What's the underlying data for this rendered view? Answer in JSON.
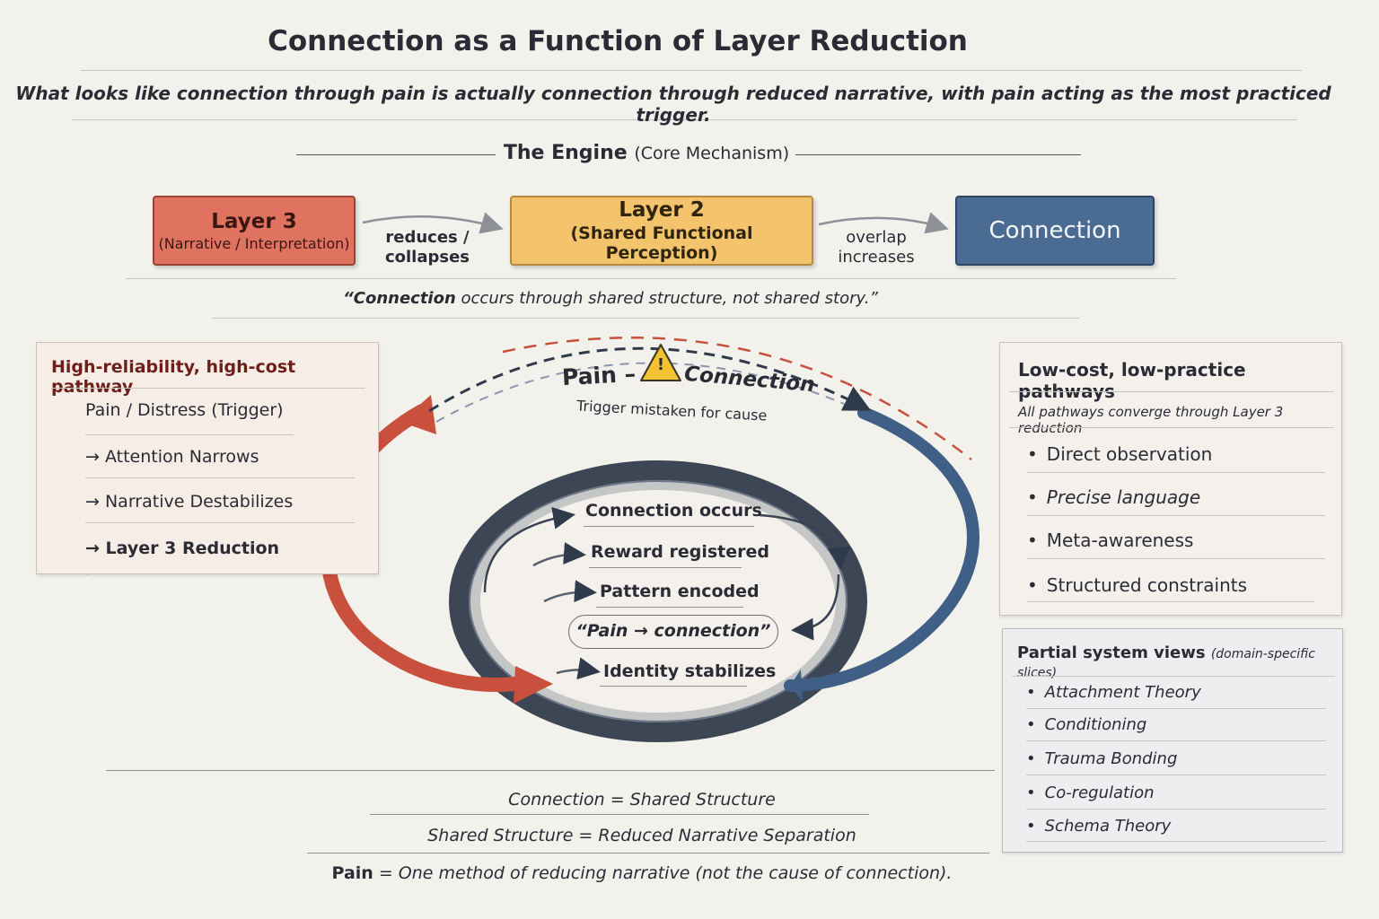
{
  "title": "Connection as a Function of Layer Reduction",
  "subtitle": "What looks like connection through pain is actually connection through reduced narrative, with pain acting as the most practiced trigger.",
  "engine": {
    "heading": "The Engine",
    "heading_paren": "(Core Mechanism)",
    "layer3": {
      "title": "Layer 3",
      "sub": "(Narrative / Interpretation)"
    },
    "arrow1_label_line1": "reduces /",
    "arrow1_label_line2": "collapses",
    "layer2": {
      "title": "Layer 2",
      "sub": "(Shared Functional Perception)"
    },
    "arrow2_label_line1": "overlap",
    "arrow2_label_line2": "increases",
    "connection": "Connection",
    "quote_bold": "“Connection",
    "quote_rest": " occurs through shared structure, not shared story.”"
  },
  "left_panel": {
    "heading": "High-reliability, high-cost pathway",
    "trigger_main": "Pain / Distress",
    "trigger_paren": "(Trigger)",
    "steps": [
      "→ Attention Narrows",
      "→ Narrative Destabilizes",
      "→ Layer 3 Reduction"
    ]
  },
  "cycle": {
    "top_pain": "Pain –",
    "top_connection": "Connection",
    "top_caption": "Trigger mistaken for cause",
    "warning_symbol": "!",
    "items": [
      "Connection occurs",
      "Reward registered",
      "Pattern encoded"
    ],
    "pill": "“Pain → connection”",
    "identity": "Identity stabilizes"
  },
  "right_panel_1": {
    "heading": "Low-cost, low-practice pathways",
    "sub": "All pathways converge through Layer 3 reduction",
    "items": [
      "Direct observation",
      "Precise language",
      "Meta-awareness",
      "Structured constraints"
    ]
  },
  "right_panel_2": {
    "heading": "Partial system views",
    "heading_paren": "(domain-specific slices)",
    "items": [
      "Attachment Theory",
      "Conditioning",
      "Trauma Bonding",
      "Co-regulation",
      "Schema Theory"
    ]
  },
  "equations": {
    "line1": "Connection = Shared Structure",
    "line2": "Shared Structure = Reduced Narrative Separation",
    "line3_bold": "Pain",
    "line3_rest": " = One method of reducing narrative (not the cause of connection)."
  },
  "colors": {
    "background": "#f3f1ec",
    "layer3": "#e0735f",
    "layer2": "#f4c46c",
    "connection": "#4b6c92",
    "red_arrow": "#c8503c",
    "blue_arrow": "#3f5f86",
    "ring": "#3d4654",
    "warning": "#f2c230"
  }
}
